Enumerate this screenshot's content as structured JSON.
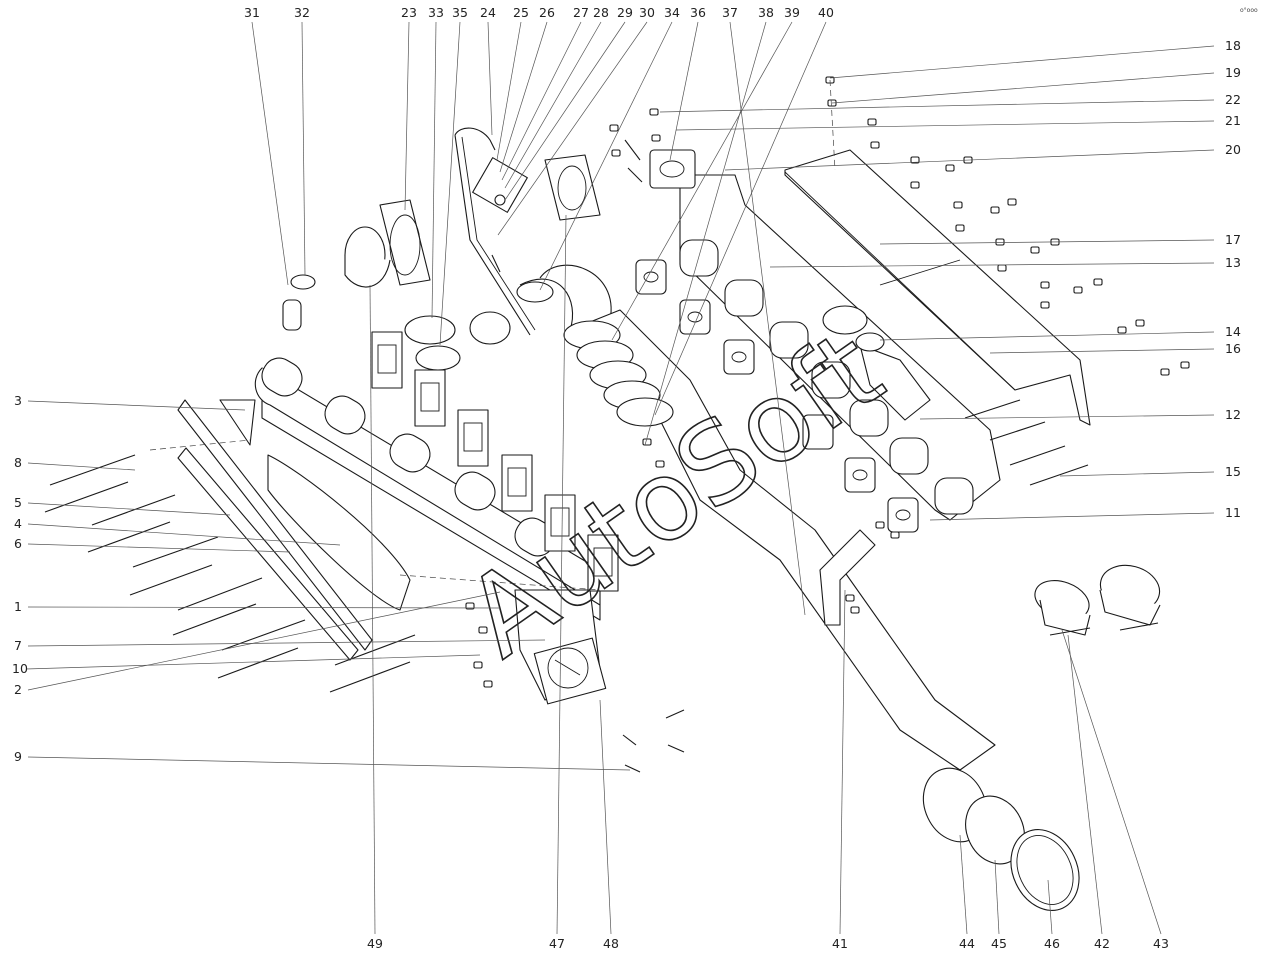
{
  "diagram": {
    "watermark": "AutoSoft",
    "corner_mark": "o°ooo",
    "callouts": [
      "1",
      "2",
      "3",
      "4",
      "5",
      "6",
      "7",
      "8",
      "9",
      "10",
      "11",
      "12",
      "13",
      "14",
      "15",
      "16",
      "17",
      "18",
      "19",
      "20",
      "21",
      "22",
      "23",
      "24",
      "25",
      "26",
      "27",
      "28",
      "29",
      "30",
      "31",
      "32",
      "33",
      "34",
      "35",
      "36",
      "37",
      "38",
      "39",
      "40",
      "41",
      "42",
      "43",
      "44",
      "45",
      "46",
      "47",
      "48",
      "49"
    ]
  }
}
